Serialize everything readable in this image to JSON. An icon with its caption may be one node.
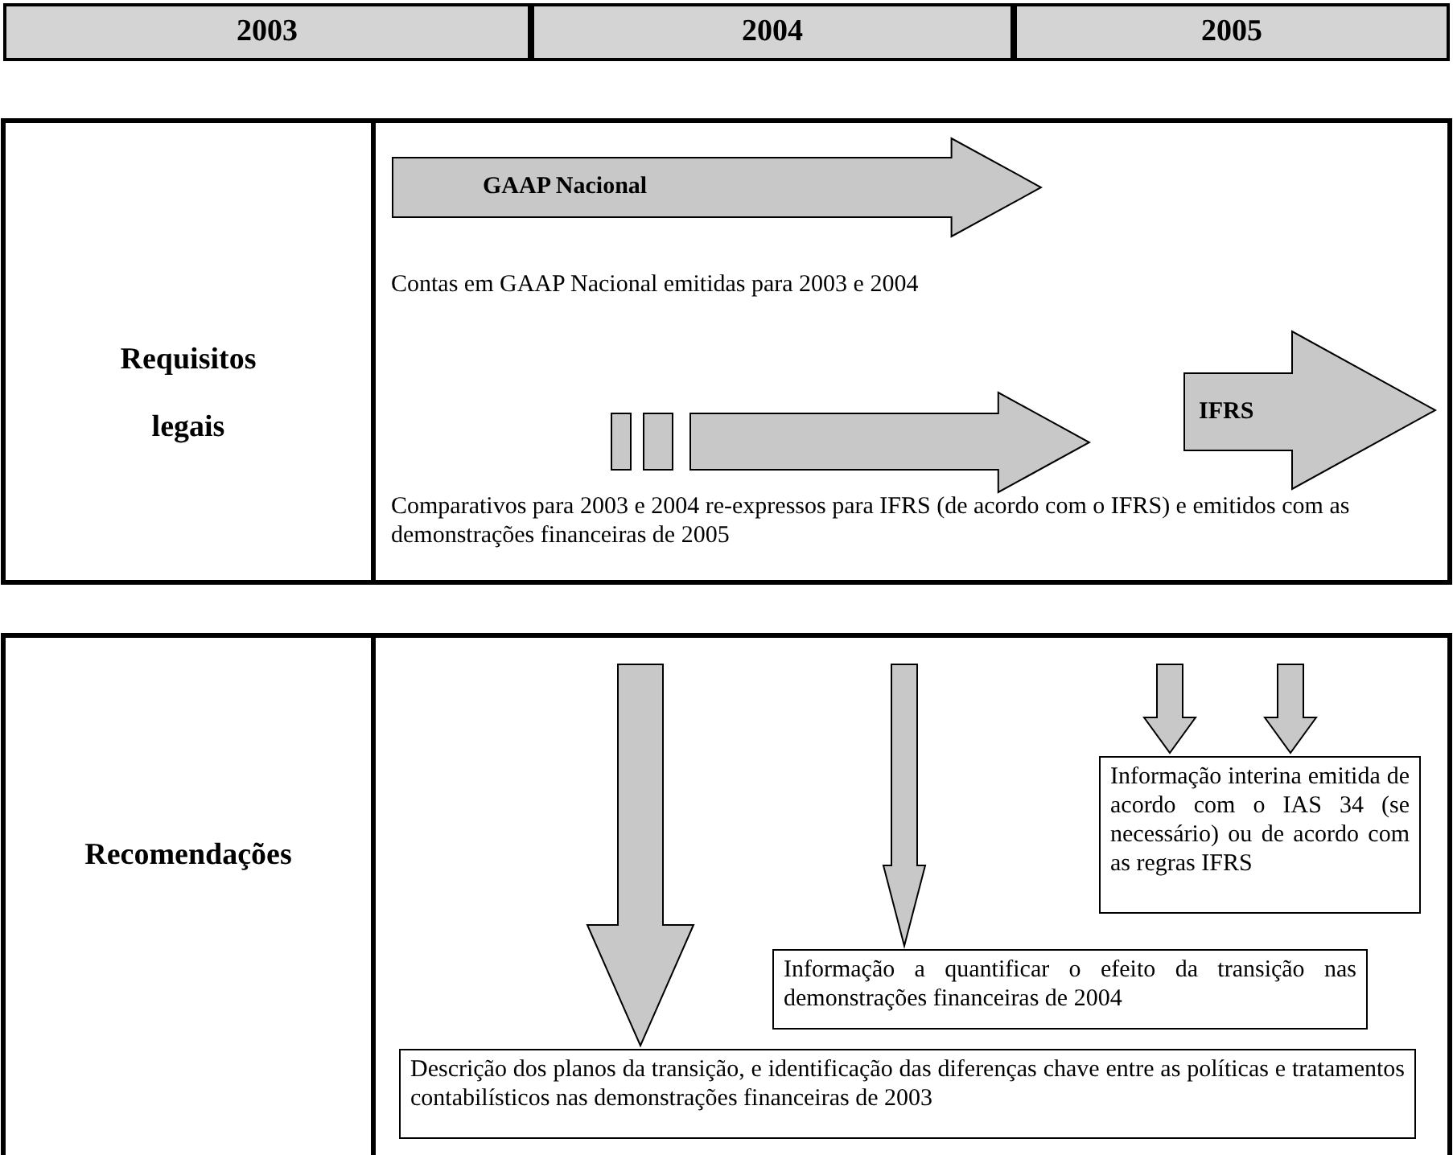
{
  "diagram": {
    "nodes": [
      {
        "text": [
          "GAAP Nacional"
        ]
      },
      {
        "text": [],
        "shape": "arrow"
      },
      {
        "text": [
          "IFRS"
        ]
      },
      {
        "text": [
          "Informação interina emitida de acordo com o IAS 34 (se necessário) ou de acordo com as regras IFRS"
        ]
      },
      {
        "text": [
          "Informação a quantificar o efeito da transição nas demonstrações financeiras de 2004"
        ]
      },
      {
        "text": [
          "Descrição dos planos da transição, e identificação das diferenças chave entre as políticas e tratamentos contabilísticos nas demonstrações financeiras de 2003"
        ]
      }
    ],
    "edges": [
      {
        "from": null,
        "to": 5,
        "arrow": "to"
      },
      {
        "from": null,
        "to": 4,
        "arrow": "to"
      },
      {
        "from": null,
        "to": 3,
        "arrow": "to"
      },
      {
        "from": null,
        "to": 3,
        "arrow": "to"
      }
    ],
    "labels": [
      "2003",
      "2004",
      "2005",
      "Requisitos legais",
      "Contas em GAAP Nacional emitidas para 2003 e 2004",
      "Comparativos para 2003 e 2004 re-expressos para IFRS (de acordo com o IFRS) e emitidos com as demonstrações financeiras de 2005",
      "Recomendações"
    ]
  }
}
